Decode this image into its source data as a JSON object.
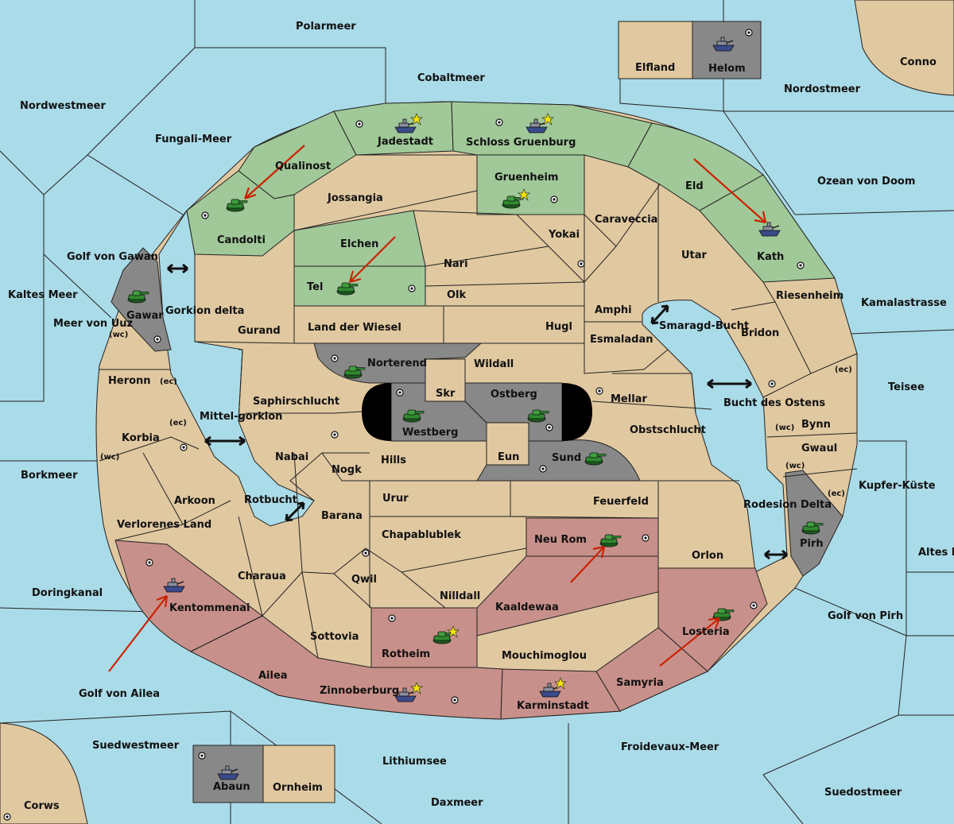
{
  "colors": {
    "sea": "#aadbe8",
    "neutral_land": "#e0c8a0",
    "green_power": "#a0c898",
    "red_power": "#c8908a",
    "grey_power": "#888888",
    "order_arrow": "#cc2200",
    "tank": "#2f8a2f",
    "fleet": "#3a4a8a",
    "star": "#f5e600"
  },
  "labels": {
    "polarmeer": "Polarmeer",
    "cobaltmeer": "Cobaltmeer",
    "elfland": "Elfland",
    "helom": "Helom",
    "conno": "Conno",
    "nordostmeer": "Nordostmeer",
    "nordwestmeer": "Nordwestmeer",
    "fungali": "Fungali-Meer",
    "jadestadt": "Jadestadt",
    "schloss": "Schloss Gruenburg",
    "qualinost": "Qualinost",
    "jossangia": "Jossangia",
    "gruenheim": "Gruenheim",
    "eld": "Eld",
    "ozean": "Ozean von Doom",
    "candolti": "Candolti",
    "caraveccia": "Caraveccia",
    "elchen": "Elchen",
    "yokai": "Yokai",
    "utar": "Utar",
    "kath": "Kath",
    "golf_gawan": "Golf von Gawan",
    "nari": "Nari",
    "tel": "Tel",
    "olk": "Olk",
    "riesenheim": "Riesenheim",
    "kaltes": "Kaltes Meer",
    "amphi": "Amphi",
    "kamala": "Kamalastrasse",
    "gawar": "Gawar",
    "gorkion_delta": "Gorkion delta",
    "gurand": "Gurand",
    "land_wiesel": "Land der Wiesel",
    "hugl": "Hugl",
    "smaragd": "Smaragd-Bucht",
    "meer_uuz": "Meer von Uuz",
    "wc": "(wc)",
    "ec": "(ec)",
    "esmaladan": "Esmaladan",
    "bridon": "Bridon",
    "norterend": "Norterend",
    "wildall": "Wildall",
    "heronn": "Heronn",
    "teisee": "Teisee",
    "skr": "Skr",
    "ostberg": "Ostberg",
    "mellar": "Mellar",
    "saphir": "Saphirschlucht",
    "bucht_ostens": "Bucht des Ostens",
    "mittelgorkion": "Mittel-gorkion",
    "westberg": "Westberg",
    "obst": "Obstschlucht",
    "bynn": "Bynn",
    "korbia": "Korbia",
    "gwaul": "Gwaul",
    "nabai": "Nabai",
    "hills": "Hills",
    "eun": "Eun",
    "sund": "Sund",
    "nogk": "Nogk",
    "borkmeer": "Borkmeer",
    "kupfer": "Kupfer-Küste",
    "arkoon": "Arkoon",
    "rotbucht": "Rotbucht",
    "urur": "Urur",
    "feuerfeld": "Feuerfeld",
    "rodesion": "Rodesion Delta",
    "verlorenes": "Verlorenes Land",
    "barana": "Barana",
    "chapa": "Chapablublek",
    "neurom": "Neu Rom",
    "pirh": "Pirh",
    "orlon": "Orlon",
    "altes": "Altes Meer",
    "charaua": "Charaua",
    "qwil": "Qwil",
    "doringkanal": "Doringkanal",
    "nilldall": "Nilldall",
    "kaaldewaa": "Kaaldewaa",
    "kentommenai": "Kentommenai",
    "golf_pirh": "Golf von Pirh",
    "losteria": "Losteria",
    "sottovia": "Sottovia",
    "rotheim": "Rotheim",
    "mouchi": "Mouchimoglou",
    "ailea": "Ailea",
    "samyria": "Samyria",
    "golf_ailea": "Golf von Ailea",
    "zinnoberburg": "Zinnoberburg",
    "karminstadt": "Karminstadt",
    "suedwest": "Suedwestmeer",
    "froidevaux": "Froidevaux-Meer",
    "lithium": "Lithiumsee",
    "abaun": "Abaun",
    "ornheim": "Ornheim",
    "suedost": "Suedostmeer",
    "corws": "Corws",
    "daxmeer": "Daxmeer"
  },
  "units": [
    {
      "type": "fleet-icon",
      "owner": "green",
      "territory": "Jadestadt",
      "star": true
    },
    {
      "type": "fleet-icon",
      "owner": "green",
      "territory": "Schloss Gruenburg",
      "star": true
    },
    {
      "type": "tank-icon",
      "owner": "green",
      "territory": "Gruenheim",
      "star": true
    },
    {
      "type": "tank-icon",
      "owner": "green",
      "territory": "Candolti",
      "star": false
    },
    {
      "type": "tank-icon",
      "owner": "green",
      "territory": "Tel",
      "star": false
    },
    {
      "type": "fleet-icon",
      "owner": "green",
      "territory": "Kath",
      "star": false
    },
    {
      "type": "fleet-icon",
      "owner": "grey",
      "territory": "Helom",
      "star": false
    },
    {
      "type": "tank-icon",
      "owner": "grey",
      "territory": "Gawar",
      "star": false
    },
    {
      "type": "tank-icon",
      "owner": "grey",
      "territory": "Norterend",
      "star": false
    },
    {
      "type": "tank-icon",
      "owner": "grey",
      "territory": "Westberg",
      "star": false
    },
    {
      "type": "tank-icon",
      "owner": "grey",
      "territory": "Ostberg",
      "star": false
    },
    {
      "type": "tank-icon",
      "owner": "grey",
      "territory": "Sund",
      "star": false
    },
    {
      "type": "tank-icon",
      "owner": "grey",
      "territory": "Pirh",
      "star": false
    },
    {
      "type": "fleet-icon",
      "owner": "grey",
      "territory": "Abaun",
      "star": false
    },
    {
      "type": "tank-icon",
      "owner": "red",
      "territory": "Neu Rom",
      "star": false
    },
    {
      "type": "tank-icon",
      "owner": "red",
      "territory": "Rotheim",
      "star": true
    },
    {
      "type": "tank-icon",
      "owner": "red",
      "territory": "Losteria",
      "star": false
    },
    {
      "type": "fleet-icon",
      "owner": "red",
      "territory": "Kentommenai",
      "star": false
    },
    {
      "type": "fleet-icon",
      "owner": "red",
      "territory": "Zinnoberburg",
      "star": true
    },
    {
      "type": "fleet-icon",
      "owner": "red",
      "territory": "Karminstadt",
      "star": true
    }
  ]
}
